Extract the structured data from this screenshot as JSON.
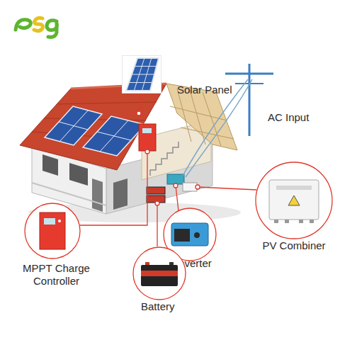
{
  "diagram": {
    "nodes": [
      {
        "text": [
          "Solar Panel"
        ]
      },
      {
        "text": [
          "PV Combiner"
        ]
      },
      {
        "text": [
          "MPPT Charge Controller"
        ]
      },
      {
        "text": [
          "Inverter"
        ]
      },
      {
        "text": [
          "Battery"
        ]
      }
    ],
    "labels": [
      "AC Input"
    ]
  }
}
